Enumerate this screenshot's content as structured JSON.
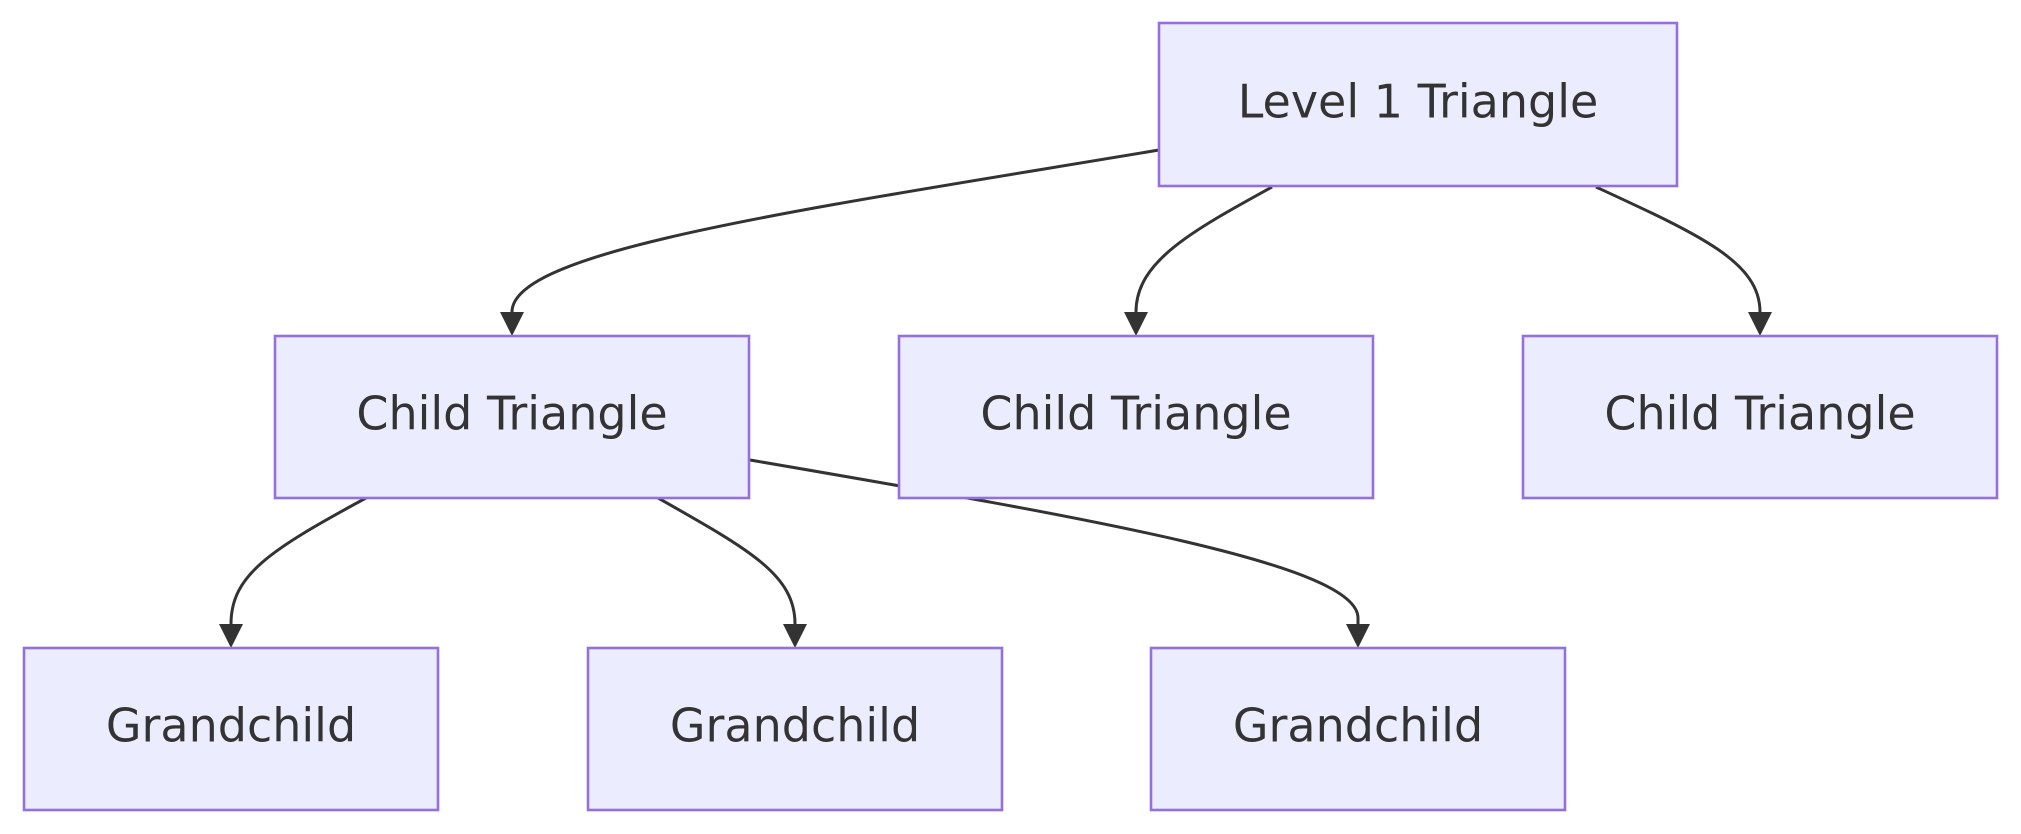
{
  "diagram": {
    "type": "flowchart",
    "colors": {
      "node_fill": "#ECECFF",
      "node_border": "#9370DB",
      "text": "#333333",
      "edge": "#333333",
      "background": "#FFFFFF"
    },
    "nodes": {
      "root": {
        "label": "Level 1 Triangle"
      },
      "child_1": {
        "label": "Child Triangle"
      },
      "child_2": {
        "label": "Child Triangle"
      },
      "child_3": {
        "label": "Child Triangle"
      },
      "grandchild_1": {
        "label": "Grandchild"
      },
      "grandchild_2": {
        "label": "Grandchild"
      },
      "grandchild_3": {
        "label": "Grandchild"
      }
    },
    "edges": [
      {
        "from": "root",
        "to": "child_1"
      },
      {
        "from": "root",
        "to": "child_2"
      },
      {
        "from": "root",
        "to": "child_3"
      },
      {
        "from": "child_1",
        "to": "grandchild_1"
      },
      {
        "from": "child_1",
        "to": "grandchild_2"
      },
      {
        "from": "child_1",
        "to": "grandchild_3"
      }
    ]
  }
}
